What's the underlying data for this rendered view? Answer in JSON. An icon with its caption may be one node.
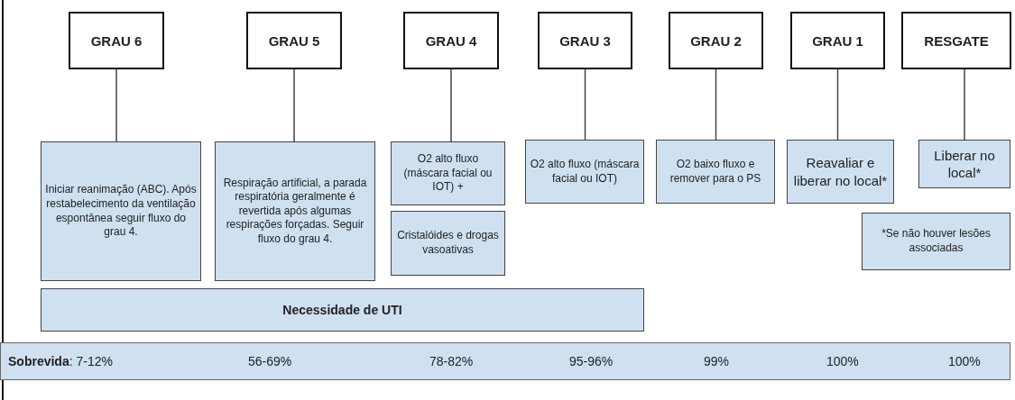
{
  "diagram": {
    "nodes": [
      {
        "text": [
          "GRAU 6"
        ]
      },
      {
        "text": [
          "GRAU 5"
        ]
      },
      {
        "text": [
          "GRAU 4"
        ]
      },
      {
        "text": [
          "GRAU 3"
        ]
      },
      {
        "text": [
          "GRAU 2"
        ]
      },
      {
        "text": [
          "GRAU 1"
        ]
      },
      {
        "text": [
          "RESGATE"
        ]
      },
      {
        "text": [
          "Iniciar reanimação (ABC). Após restabelecimento da ventilação espontânea seguir fluxo do grau 4."
        ]
      },
      {
        "text": [
          "Respiração artificial, a parada respiratória geralmente é revertida após algumas respirações forçadas. Seguir fluxo do grau 4."
        ]
      },
      {
        "text": [
          "O2 alto fluxo (máscara facial ou IOT) +"
        ]
      },
      {
        "text": [
          "Cristalóides e drogas vasoativas"
        ]
      },
      {
        "text": [
          "O2 alto fluxo (máscara facial ou IOT)"
        ]
      },
      {
        "text": [
          "O2 baixo fluxo e remover para o PS"
        ]
      },
      {
        "text": [
          "Reavaliar e liberar no local*"
        ]
      },
      {
        "text": [
          "Liberar no local*"
        ]
      },
      {
        "text": [
          "*Se não houver lesões associadas"
        ]
      },
      {
        "text": [
          "Necessidade de UTI"
        ]
      },
      {
        "text": [
          "**Sobrevida**: 7-12%",
          "56-69%",
          "78-82%",
          "95-96%",
          "99%",
          "100%",
          "100%"
        ]
      }
    ],
    "edges": [
      {
        "from": 0,
        "to": 7,
        "arrow": "none"
      },
      {
        "from": 1,
        "to": 8,
        "arrow": "none"
      },
      {
        "from": 2,
        "to": 9,
        "arrow": "none"
      },
      {
        "from": 3,
        "to": 11,
        "arrow": "none"
      },
      {
        "from": 4,
        "to": 12,
        "arrow": "none"
      },
      {
        "from": 5,
        "to": 13,
        "arrow": "none"
      },
      {
        "from": 6,
        "to": 14,
        "arrow": "none"
      }
    ]
  }
}
